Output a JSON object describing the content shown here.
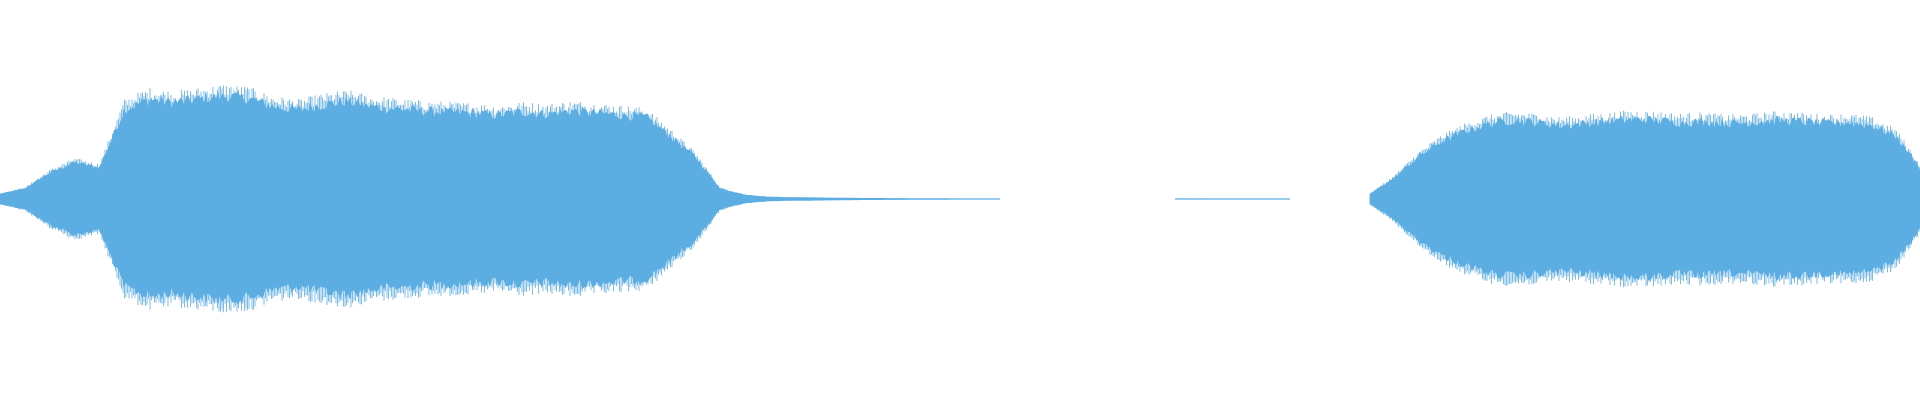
{
  "waveform": {
    "color": "#5dade2",
    "background": "#ffffff",
    "segments": [
      {
        "name": "first-clip",
        "amplitude_envelope": [
          0.05,
          0.1,
          0.25,
          0.35,
          0.3,
          0.85,
          0.95,
          0.92,
          0.95,
          0.98,
          0.96,
          0.88,
          0.85,
          0.9,
          0.93,
          0.88,
          0.86,
          0.84,
          0.83,
          0.82,
          0.8,
          0.83,
          0.81,
          0.84,
          0.82,
          0.8,
          0.78,
          0.6,
          0.4,
          0.1,
          0.04,
          0.02
        ]
      },
      {
        "name": "gap-low-noise-1",
        "amplitude_envelope": [
          0.02,
          0.015,
          0.01,
          0.008,
          0.006,
          0.005
        ]
      },
      {
        "name": "gap-low-noise-2",
        "amplitude_envelope": [
          0.006,
          0.006,
          0.005,
          0.005
        ]
      },
      {
        "name": "second-clip",
        "amplitude_envelope": [
          0.05,
          0.2,
          0.4,
          0.55,
          0.65,
          0.72,
          0.75,
          0.73,
          0.7,
          0.72,
          0.74,
          0.76,
          0.75,
          0.73,
          0.74,
          0.72,
          0.73,
          0.75,
          0.74,
          0.72,
          0.73,
          0.7,
          0.6,
          0.3
        ]
      }
    ]
  }
}
